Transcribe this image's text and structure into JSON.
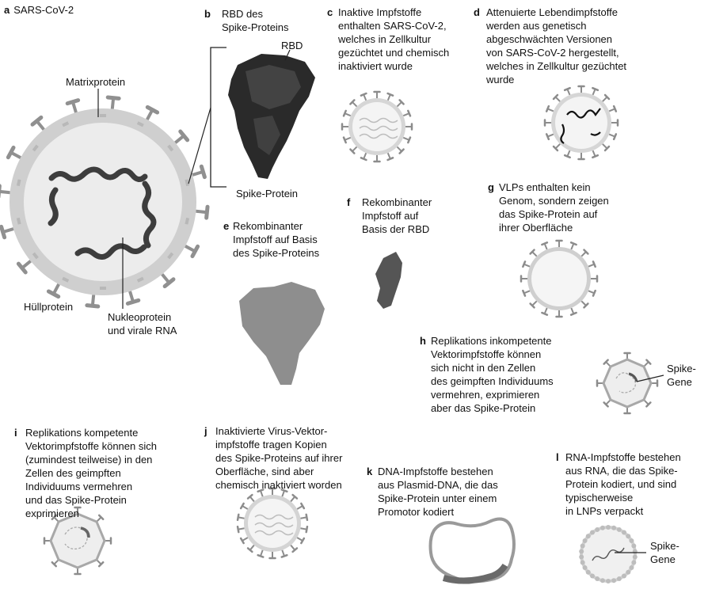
{
  "panels": {
    "a": {
      "label": "a",
      "text": "SARS-CoV-2"
    },
    "b": {
      "label": "b",
      "text": "RBD des\nSpike-Proteins"
    },
    "c": {
      "label": "c",
      "text": "Inaktive Impfstoffe\nenthalten SARS-CoV-2,\nwelches in Zellkultur\ngezüchtet und chemisch\ninaktiviert wurde"
    },
    "d": {
      "label": "d",
      "text": "Attenuierte Lebendimpfstoffe\nwerden aus genetisch\nabgeschwächten Versionen\nvon SARS-CoV-2 hergestellt,\nwelches in Zellkultur gezüchtet\nwurde"
    },
    "e": {
      "label": "e",
      "text": "Rekombinanter\nImpfstoff auf Basis\ndes Spike-Proteins"
    },
    "f": {
      "label": "f",
      "text": "Rekombinanter\nImpfstoff auf\nBasis der RBD"
    },
    "g": {
      "label": "g",
      "text": "VLPs enthalten kein\nGenom, sondern zeigen\ndas Spike-Protein auf\nihrer Oberfläche"
    },
    "h": {
      "label": "h",
      "text": "Replikations inkompetente\nVektorimpfstoffe können\nsich nicht in den Zellen\ndes geimpften Individuums\nvermehren, exprimieren\naber das Spike-Protein"
    },
    "i": {
      "label": "i",
      "text": "Replikations kompetente\nVektorimpfstoffe können sich\n(zumindest teilweise) in den\nZellen des geimpften\nIndividuums vermehren\nund das Spike-Protein\nexprimieren"
    },
    "j": {
      "label": "j",
      "text": "Inaktivierte Virus-Vektor-\nimpfstoffe tragen Kopien\ndes Spike-Proteins auf ihrer\nOberfläche, sind aber\nchemisch inaktiviert worden"
    },
    "k": {
      "label": "k",
      "text": "DNA-Impfstoffe bestehen\naus Plasmid-DNA, die das\nSpike-Protein unter einem\nPromotor kodiert"
    },
    "l": {
      "label": "l",
      "text": "RNA-Impfstoffe bestehen\naus RNA, die das Spike-\nProtein kodiert, und sind\ntypischerweise\nin LNPs verpackt"
    }
  },
  "part_labels": {
    "matrix": "Matrixprotein",
    "huell": "Hüllprotein",
    "nukleo": "Nukleoprotein\nund virale RNA",
    "rbd": "RBD",
    "spike": "Spike-Protein",
    "spike_gene_h": "Spike-\nGene",
    "spike_gene_l": "Spike-\nGene"
  },
  "colors": {
    "dark": "#3a3a3a",
    "mid": "#8a8a8a",
    "light": "#d2d2d2",
    "pale": "#eeeeee"
  }
}
